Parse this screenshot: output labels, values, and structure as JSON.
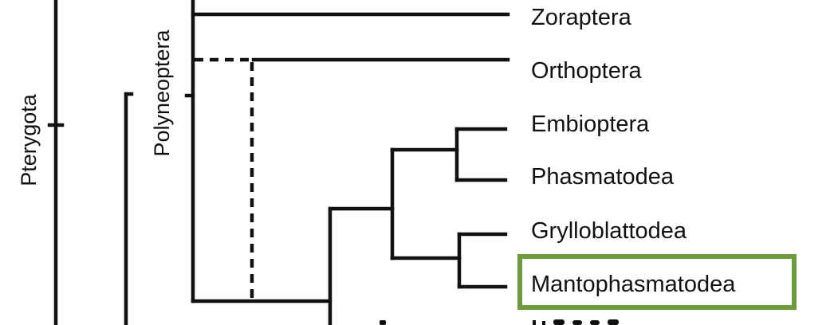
{
  "clades": {
    "outer": "Pterygota",
    "inner": "Polyneoptera"
  },
  "taxa": [
    {
      "name": "Zoraptera"
    },
    {
      "name": "Orthoptera"
    },
    {
      "name": "Embioptera"
    },
    {
      "name": "Phasmatodea"
    },
    {
      "name": "Grylloblattodea"
    },
    {
      "name": "Mantophasmatodea",
      "highlighted": true
    }
  ],
  "colors": {
    "line": "#111111",
    "highlight": "#6e9a3e"
  }
}
